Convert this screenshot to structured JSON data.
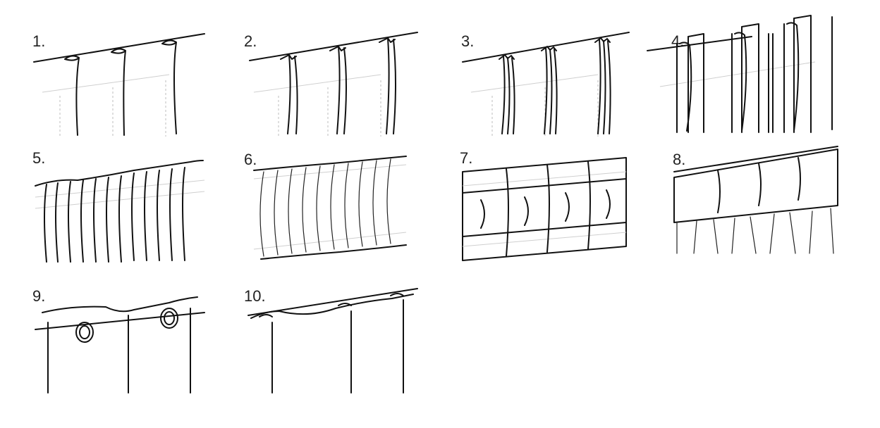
{
  "panels": [
    {
      "label": "1."
    },
    {
      "label": "2."
    },
    {
      "label": "3."
    },
    {
      "label": "4."
    },
    {
      "label": "5."
    },
    {
      "label": "6."
    },
    {
      "label": "7."
    },
    {
      "label": "8."
    },
    {
      "label": "9."
    },
    {
      "label": "10."
    }
  ]
}
